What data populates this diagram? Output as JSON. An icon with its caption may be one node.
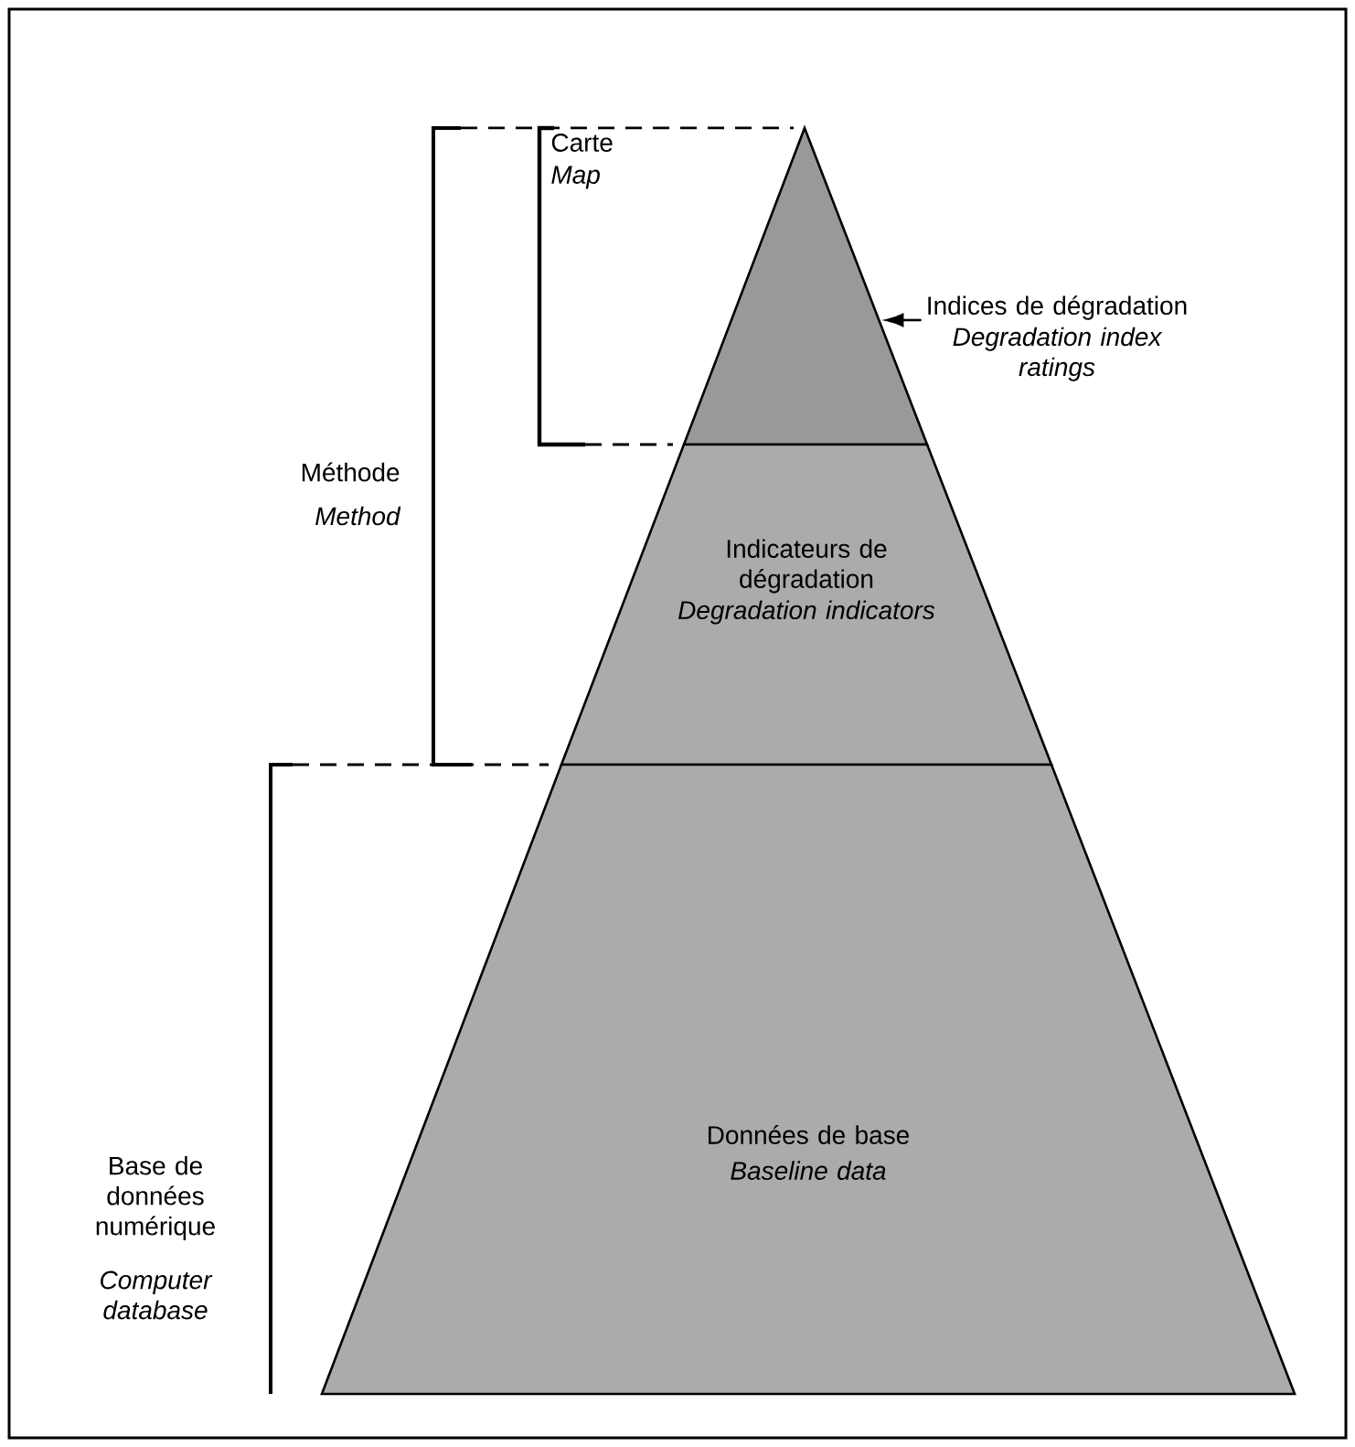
{
  "diagram": {
    "nodes": [
      {
        "text": [
          "Indices de dégradation",
          "Degradation index ratings"
        ]
      },
      {
        "text": [],
        "shape": "triangle"
      },
      {
        "text": [
          "Indicateurs de dégradation",
          "Degradation indicators"
        ]
      },
      {
        "text": [
          "Données de base",
          "Baseline data"
        ]
      }
    ],
    "edges": [
      {
        "from": 0,
        "to": 1,
        "arrow": "to"
      }
    ],
    "labels": [
      "Carte",
      "Map",
      "Méthode",
      "Method",
      "Base de données numérique",
      "Computer database"
    ]
  }
}
